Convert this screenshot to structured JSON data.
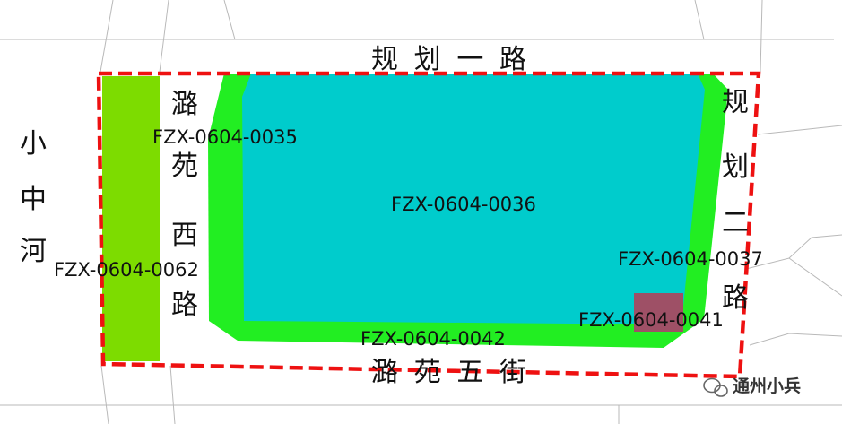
{
  "roads": {
    "north": "规划一路",
    "south": "潞苑五街",
    "west": "潞苑西路",
    "east": "规划二路",
    "river": "小中河"
  },
  "parcels": [
    {
      "code": "FZX-0604-0035",
      "land_color": "#22ee22"
    },
    {
      "code": "FZX-0604-0036",
      "land_color": "#00cccc"
    },
    {
      "code": "FZX-0604-0037",
      "land_color": "#22ee22"
    },
    {
      "code": "FZX-0604-0041",
      "land_color": "#9e5066"
    },
    {
      "code": "FZX-0604-0042",
      "land_color": "#22ee22"
    },
    {
      "code": "FZX-0604-0062",
      "land_color": "#7ddc00"
    }
  ],
  "boundary": {
    "color": "#ee1111",
    "style": "dashed"
  },
  "watermark": {
    "text": "通州小兵"
  }
}
